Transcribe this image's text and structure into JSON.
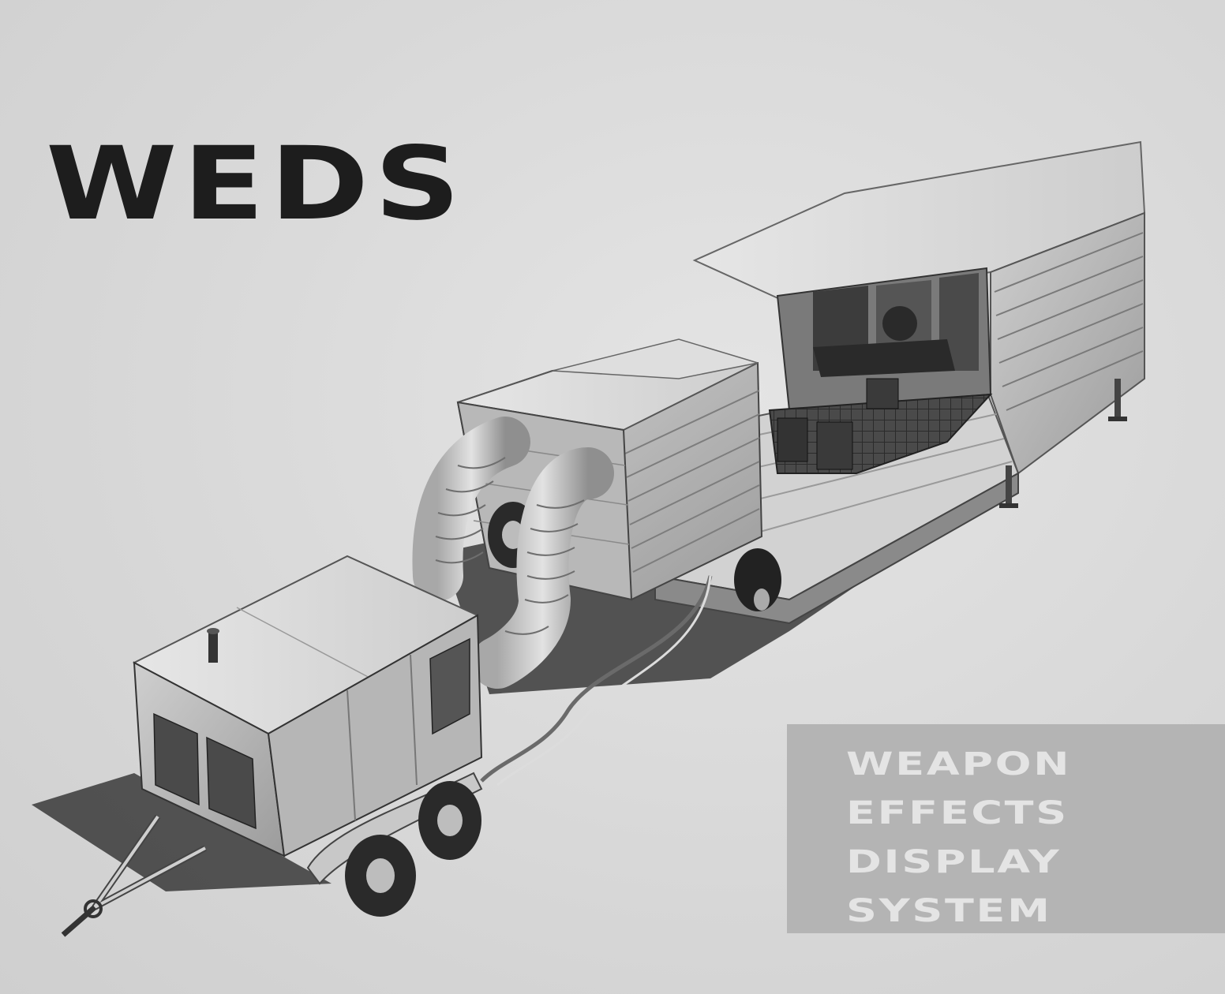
{
  "heading": {
    "title": "WEDS"
  },
  "caption": {
    "lines": [
      "WEAPON",
      "EFFECTS",
      "DISPLAY",
      "SYSTEM"
    ]
  },
  "colors": {
    "background": "#d9d9d9",
    "title": "#1d1d1d",
    "caption_box": "#b4b4b4",
    "caption_text": "#e4e4e4"
  }
}
